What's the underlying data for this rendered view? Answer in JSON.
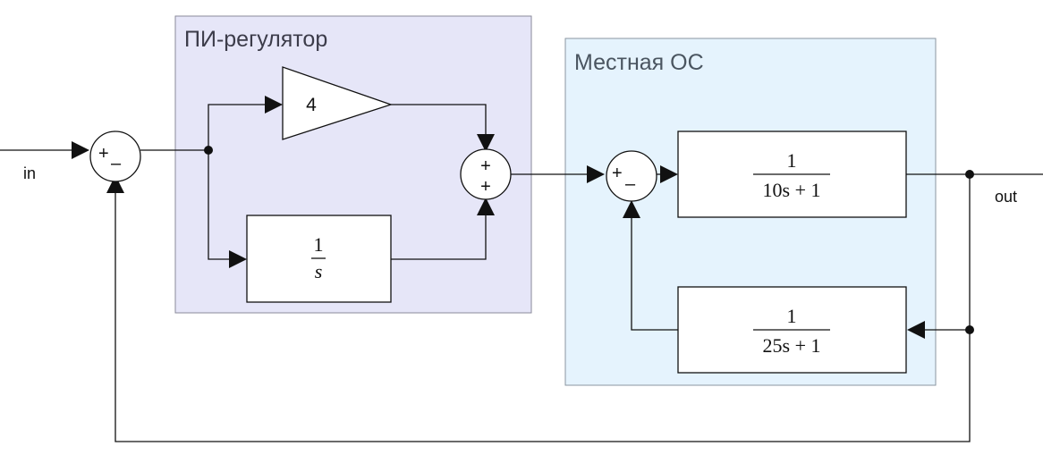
{
  "subsystems": {
    "pi": {
      "title": "ПИ-регулятор",
      "fill": "#e6e6f8",
      "border": "#8a8a9a"
    },
    "local": {
      "title": "Местная ОС",
      "fill": "#e5f3fd",
      "border": "#8a96a0"
    }
  },
  "ports": {
    "input": "in",
    "output": "out"
  },
  "blocks": {
    "gain": {
      "value": "4"
    },
    "integrator": {
      "num": "1",
      "den": "s"
    },
    "plant": {
      "num": "1",
      "den": "10s + 1"
    },
    "feedback": {
      "num": "1",
      "den": "25s + 1"
    }
  },
  "sums": {
    "outer": {
      "sign_top": "+",
      "sign_bottom": "–"
    },
    "pi": {
      "sign_top": "+",
      "sign_bottom": "+"
    },
    "inner": {
      "sign_top": "+",
      "sign_bottom": "–"
    }
  }
}
